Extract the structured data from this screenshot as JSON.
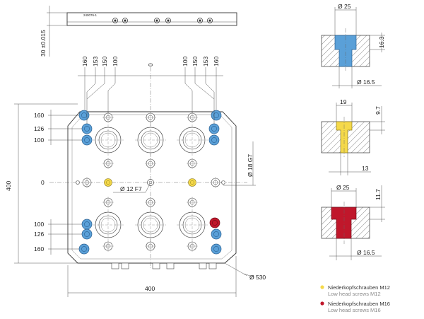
{
  "part_number": "240076-1",
  "top_view": {
    "height_dim": "30 ±0.015"
  },
  "main": {
    "width_dim": "400",
    "height_dim": "400",
    "diameter_530": "Ø 530",
    "diameter_18": "Ø 18 G7",
    "diameter_12": "Ø 12 F7",
    "zero_top": "0",
    "zero_left": "0",
    "top_left_dims": [
      "160",
      "153",
      "150",
      "100"
    ],
    "top_right_dims": [
      "100",
      "150",
      "153",
      "160"
    ],
    "left_top_dims": [
      "160",
      "126",
      "100"
    ],
    "left_bottom_dims": [
      "100",
      "126",
      "160"
    ]
  },
  "details": {
    "blue": {
      "top_dia": "Ø 25",
      "depth": "16.3",
      "bottom_dia": "Ø 16.5"
    },
    "yellow": {
      "top_dia": "19",
      "depth": "9.7",
      "bottom_dim": "13"
    },
    "red": {
      "top_dia": "Ø 25",
      "depth": "11.7",
      "bottom_dia": "Ø 16.5"
    }
  },
  "legend": [
    {
      "color": "#f5d94a",
      "label": "Niederkopfschrauben M12",
      "sub": "Low head screws M12"
    },
    {
      "color": "#c0172b",
      "label": "Niederkopfschrauben M16",
      "sub": "Low head screws M16"
    }
  ],
  "colors": {
    "blue": "#5aa0d8",
    "yellow": "#f5d94a",
    "red": "#c0172b"
  }
}
